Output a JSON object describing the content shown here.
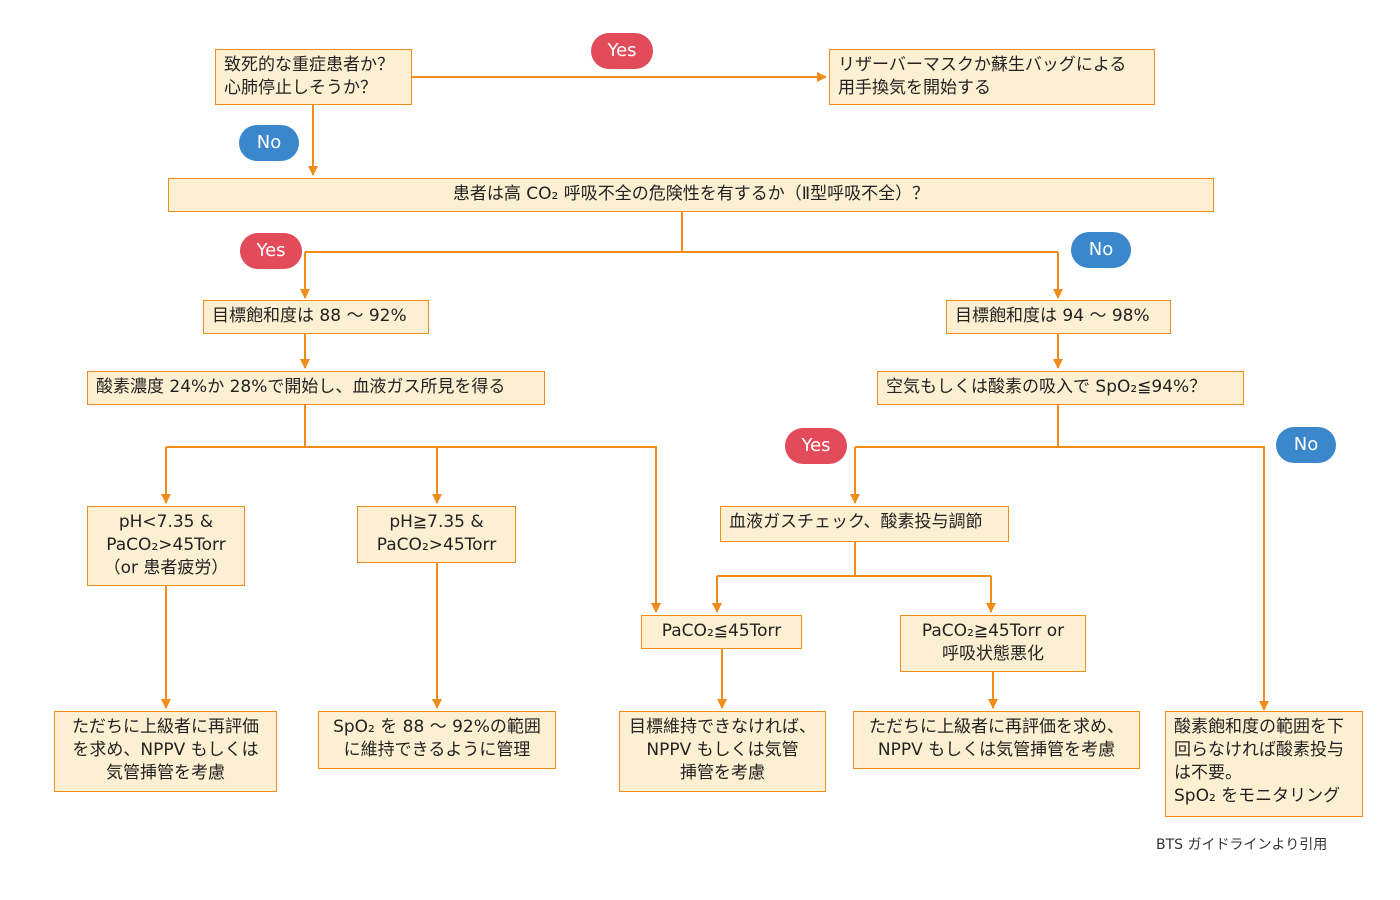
{
  "nodes": {
    "q1": "致死的な重症患者か？\n心肺停止しそうか？",
    "mask": "リザーバーマスクか蘇生バッグによる\n用手換気を開始する",
    "q2": "患者は高 CO₂ 呼吸不全の危険性を有するか（Ⅱ型呼吸不全）？",
    "target_low": "目標飽和度は 88 ～ 92%",
    "oxygen_start": "酸素濃度 24%か 28%で開始し、血液ガス所見を得る",
    "ph_low": "pH<7.35 &\nPaCO₂>45Torr\n（or 患者疲労）",
    "ph_high": "pH≧7.35 &\nPaCO₂>45Torr",
    "paco2_le": "PaCO₂≦45Torr",
    "target_high": "目標飽和度は 94 ～ 98%",
    "q3": "空気もしくは酸素の吸入で SpO₂≦94%？",
    "gas_check": "血液ガスチェック、酸素投与調節",
    "paco2_ge": "PaCO₂≧45Torr or\n呼吸状態悪化",
    "out1": "ただちに上級者に再評価\nを求め、NPPV もしくは\n気管挿管を考慮",
    "out2": "SpO₂ を 88 ～ 92%の範囲\nに維持できるように管理",
    "out3": "目標維持できなければ、\nNPPV もしくは気管\n挿管を考慮",
    "out4": "ただちに上級者に再評価を求め、\nNPPV もしくは気管挿管を考慮",
    "out5": "酸素飽和度の範囲を下\n回らなければ酸素投与\nは不要。\nSpO₂ をモニタリング"
  },
  "labels": {
    "yes": "Yes",
    "no": "No"
  },
  "source": "BTS ガイドラインより引用",
  "colors": {
    "line": "#f08c1a",
    "box_fill": "#fdf0d2",
    "yes": "#e14b5a",
    "no": "#3a87cc"
  }
}
